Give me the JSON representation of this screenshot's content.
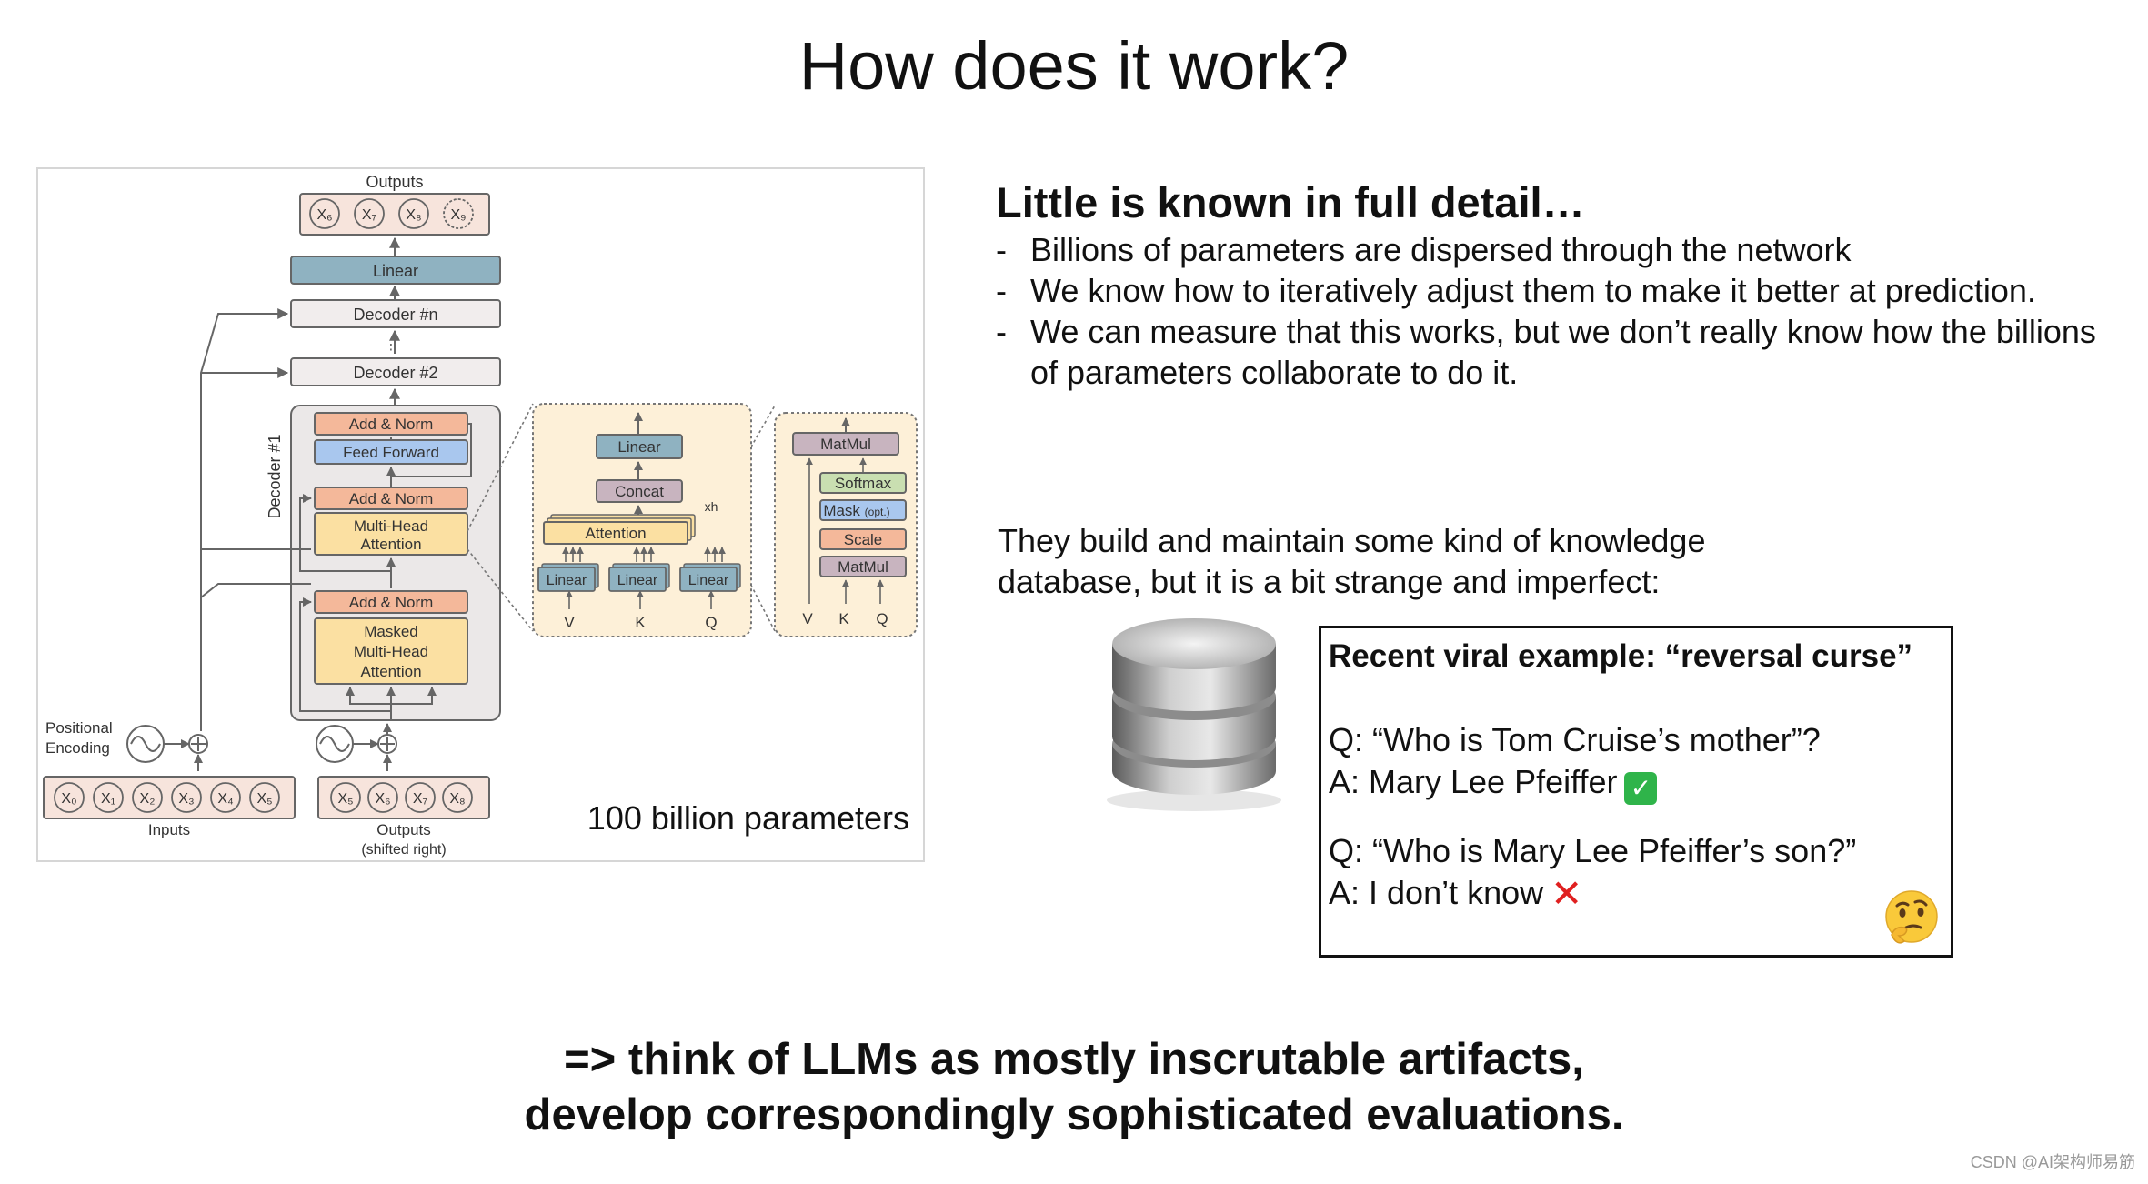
{
  "title": "How does it work?",
  "diagram": {
    "outputs_top": "Outputs",
    "top_tokens": [
      "X₆",
      "X₇",
      "X₈",
      "X₉"
    ],
    "linear": "Linear",
    "decoder_n": "Decoder #n",
    "dots": "⋮",
    "decoder_2": "Decoder #2",
    "decoder_1": "Decoder #1",
    "add_norm": "Add & Norm",
    "feed_forward": "Feed Forward",
    "multi_head_1": "Multi-Head",
    "multi_head_2": "Attention",
    "masked_1": "Masked",
    "masked_2": "Multi-Head",
    "masked_3": "Attention",
    "positional_1": "Positional",
    "positional_2": "Encoding",
    "input_tokens": [
      "X₀",
      "X₁",
      "X₂",
      "X₃",
      "X₄",
      "X₅"
    ],
    "inputs_label": "Inputs",
    "output_tokens": [
      "X₅",
      "X₆",
      "X₇",
      "X₈"
    ],
    "outputs_bottom_1": "Outputs",
    "outputs_bottom_2": "(shifted right)",
    "mha_linear": "Linear",
    "mha_concat": "Concat",
    "mha_attention": "Attention",
    "mha_xh": "xh",
    "mha_linear_small": "Linear",
    "mha_v": "V",
    "mha_k": "K",
    "mha_q": "Q",
    "sdp_matmul_top": "MatMul",
    "sdp_softmax": "Softmax",
    "sdp_mask": "Mask",
    "sdp_mask_opt": "(opt.)",
    "sdp_scale": "Scale",
    "sdp_matmul_bottom": "MatMul",
    "param_count": "100 billion parameters"
  },
  "heading": "Little is known in full detail…",
  "bullets": [
    "Billions of parameters are dispersed through the network",
    "We know how to iteratively adjust them to make it better at prediction.",
    "We can measure that this works, but we don’t really know how the billions of parameters collaborate to do it."
  ],
  "bullet_marker": "-",
  "knowledge_text": "They build and maintain some kind of knowledge database, but it is a bit strange and imperfect:",
  "example": {
    "title": "Recent viral example: “reversal curse”",
    "q1": "Q: “Who is Tom Cruise’s mother”?",
    "a1": "A: Mary Lee Pfeiffer",
    "q2": "Q: “Who is Mary Lee Pfeiffer’s son?”",
    "a2": "A: I don’t know"
  },
  "icons": {
    "database": "database-icon",
    "check": "check-mark-icon",
    "cross": "cross-mark-icon",
    "thinking": "thinking-face-icon"
  },
  "conclusion": [
    "=> think of LLMs as mostly inscrutable artifacts,",
    "develop correspondingly sophisticated evaluations."
  ],
  "watermark": "CSDN @AI架构师易筋",
  "colors": {
    "linear_block": "#8fb2c1",
    "add_norm_block": "#f4b89a",
    "feed_forward_block": "#a9c7ee",
    "attention_block": "#fbe0a2",
    "concat_block": "#c8b4bf",
    "softmax_block": "#c9dfb1",
    "panel_bg": "#fdf0d8"
  }
}
